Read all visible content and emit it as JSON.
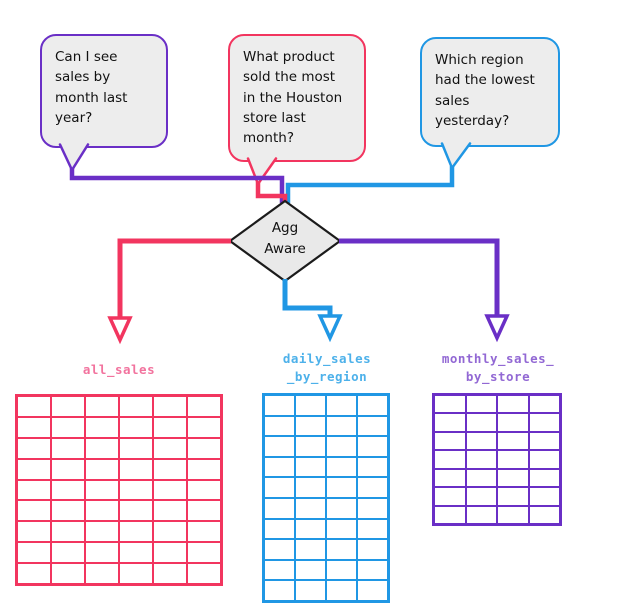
{
  "bubbles": [
    {
      "text": "Can I see sales by month last year?",
      "accent": "#6a2fc6"
    },
    {
      "text": "What product sold the most in the Houston store last month?",
      "accent": "#f2355f"
    },
    {
      "text": "Which region had the lowest sales yesterday?",
      "accent": "#2097e4"
    }
  ],
  "decision": {
    "label": "Agg\nAware"
  },
  "tables": [
    {
      "label": "all_sales",
      "rows": 9,
      "cols": 6,
      "color": "#f2355f",
      "label_color": "#f2739e"
    },
    {
      "label": "daily_sales\n_by_region",
      "rows": 10,
      "cols": 4,
      "color": "#2097e4",
      "label_color": "#4db1ea"
    },
    {
      "label": "monthly_sales_\nby_store",
      "rows": 7,
      "cols": 4,
      "color": "#6a2fc6",
      "label_color": "#9268d4"
    }
  ],
  "colors": {
    "purple": "#6a2fc6",
    "pink": "#f2355f",
    "blue": "#2097e4",
    "diamond_fill": "#e9e9e9",
    "bubble_fill": "#ededed"
  }
}
